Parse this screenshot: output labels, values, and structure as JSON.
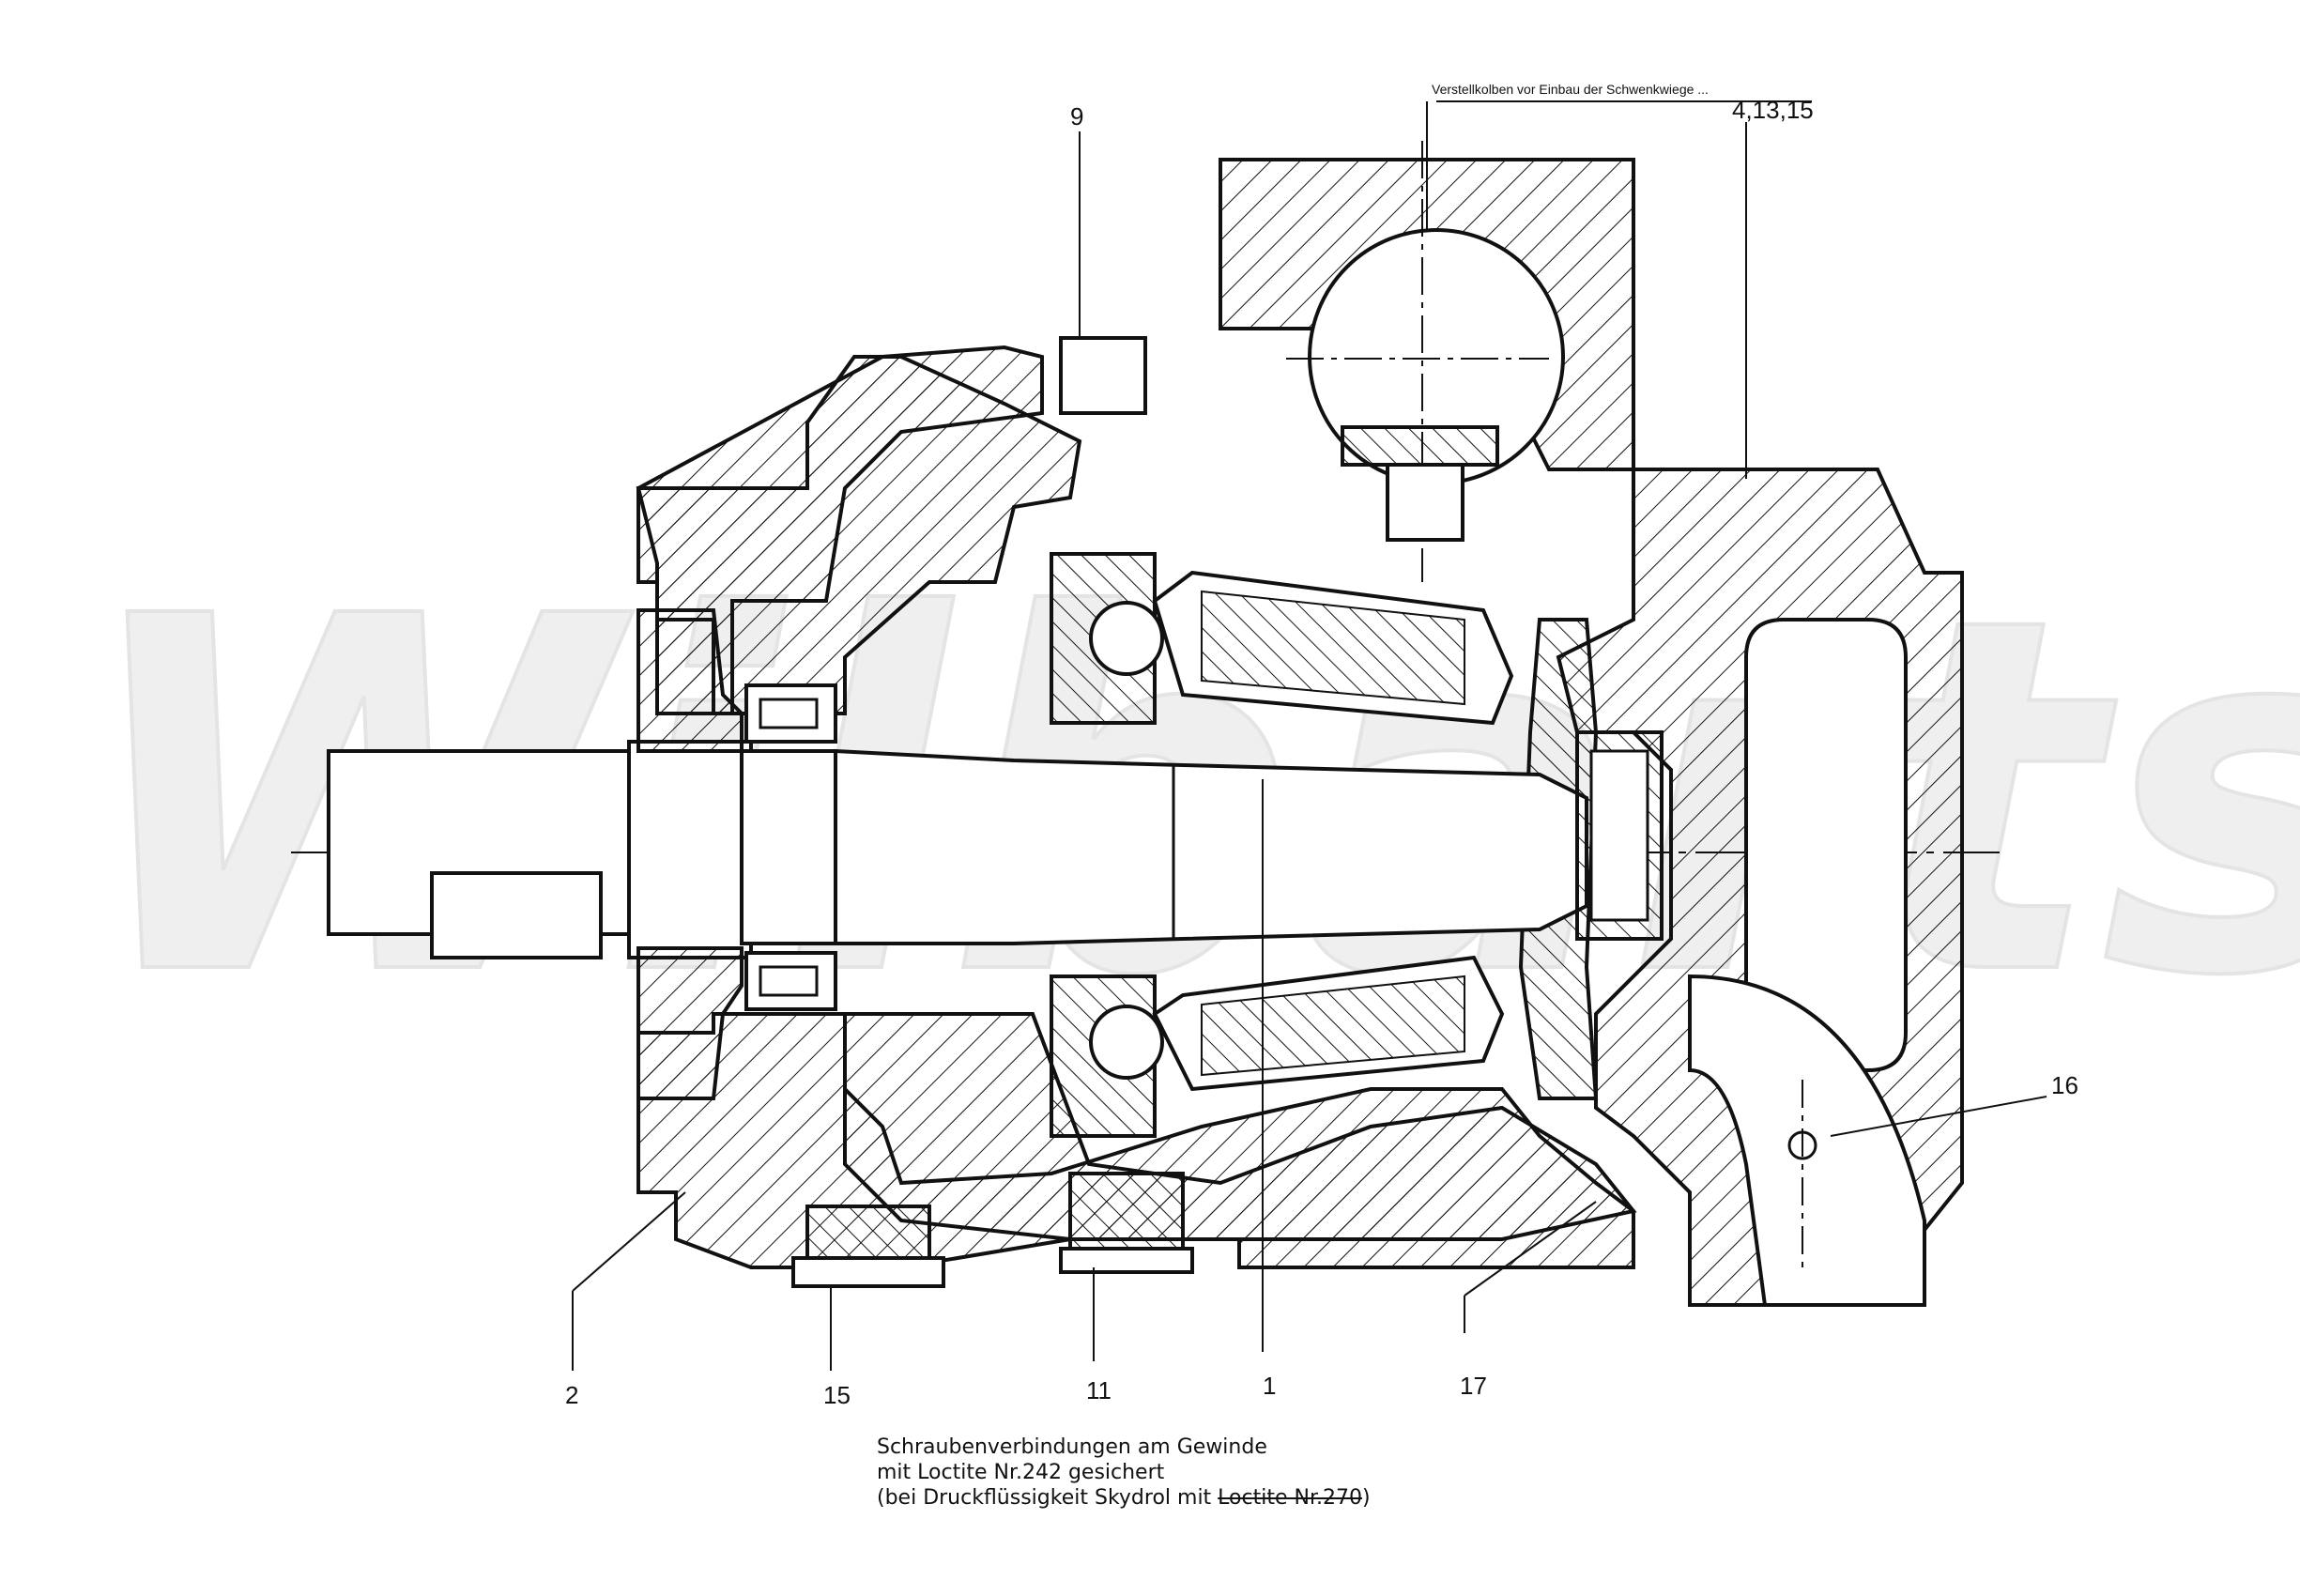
{
  "callouts": {
    "c9": "9",
    "c4_13_15": "4,13,15",
    "c16": "16",
    "c2": "2",
    "c15": "15",
    "c11": "11",
    "c1": "1",
    "c17": "17"
  },
  "top_note": "Verstellkolben vor Einbau der Schwenkwiege ...",
  "footnote": {
    "line1": "Schraubenverbindungen am Gewinde",
    "line2": "mit Loctite Nr.242 gesichert",
    "line3_a": "(bei Druckflüssigkeit Skydrol mit ",
    "line3_b": "Loctite Nr.270",
    "line3_c": ")"
  },
  "watermark": "Wilbarts",
  "colors": {
    "ink": "#111111",
    "watermark": "#efefef"
  }
}
